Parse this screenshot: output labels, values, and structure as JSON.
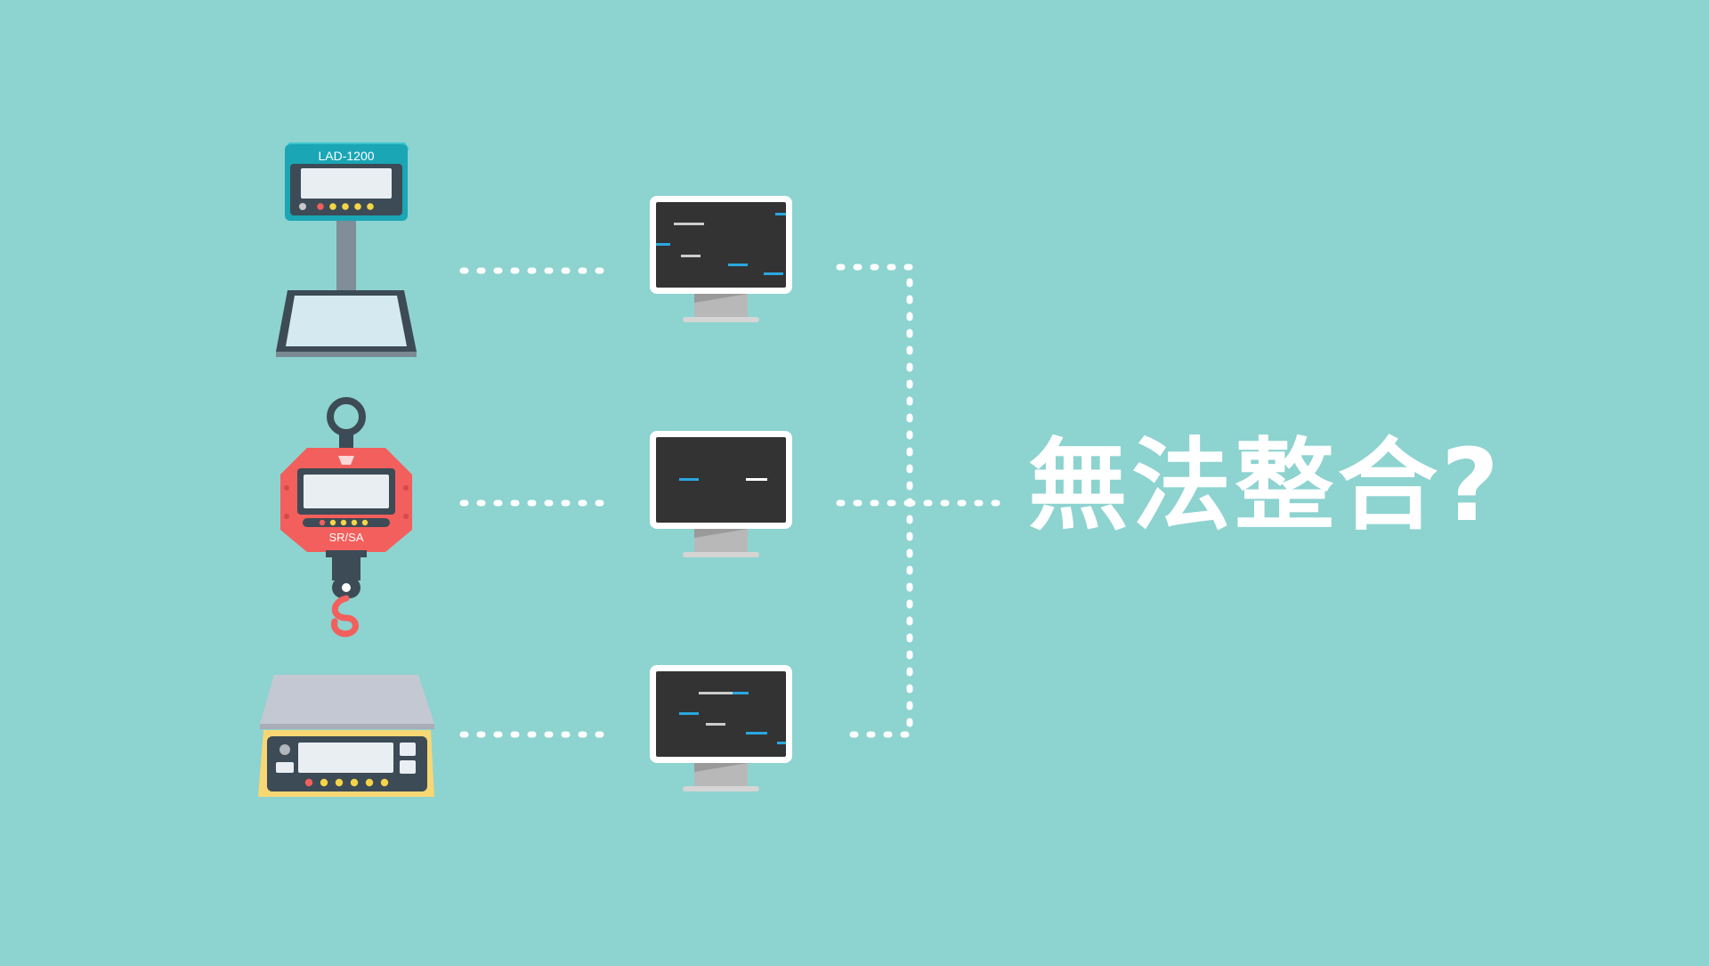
{
  "colors": {
    "background": "#8dd3d0",
    "connector": "#ffffff",
    "monitor_frame": "#ffffff",
    "monitor_screen": "#333333",
    "screen_accent": "#29a8e0",
    "screen_line": "#cccccc",
    "bench_scale_housing": "#1aa6b5",
    "crane_scale_body": "#f25f5c",
    "platform_scale_rim": "#f7d774",
    "key_yellow": "#f5d547",
    "key_red": "#f25f5c"
  },
  "devices": {
    "bench_scale": {
      "model_label": "LAD-1200",
      "icon": "bench-scale-icon"
    },
    "crane_scale": {
      "model_label": "SR/SA",
      "icon": "crane-scale-icon"
    },
    "platform_scale": {
      "icon": "counting-scale-icon"
    }
  },
  "computers": [
    {
      "icon": "monitor-icon"
    },
    {
      "icon": "monitor-icon"
    },
    {
      "icon": "monitor-icon"
    }
  ],
  "headline": "無法整合?"
}
